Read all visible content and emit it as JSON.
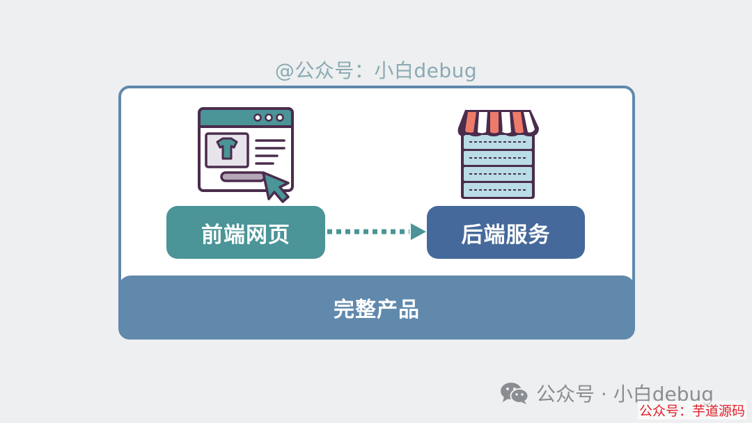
{
  "watermark_top": "@公众号：小白debug",
  "diagram": {
    "frontend_label": "前端网页",
    "backend_label": "后端服务",
    "product_label": "完整产品"
  },
  "colors": {
    "frame": "#6089ac",
    "frontend": "#4b9497",
    "backend": "#45699a",
    "awning_red": "#ee7b6a",
    "icon_outline": "#4a2c4c"
  },
  "icons": {
    "frontend": "browser-shopping-page-icon",
    "backend": "server-store-icon",
    "footer": "wechat-icon"
  },
  "footer": {
    "brand": "公众号 · 小白debug",
    "source_stamp": "公众号：芋道源码"
  }
}
